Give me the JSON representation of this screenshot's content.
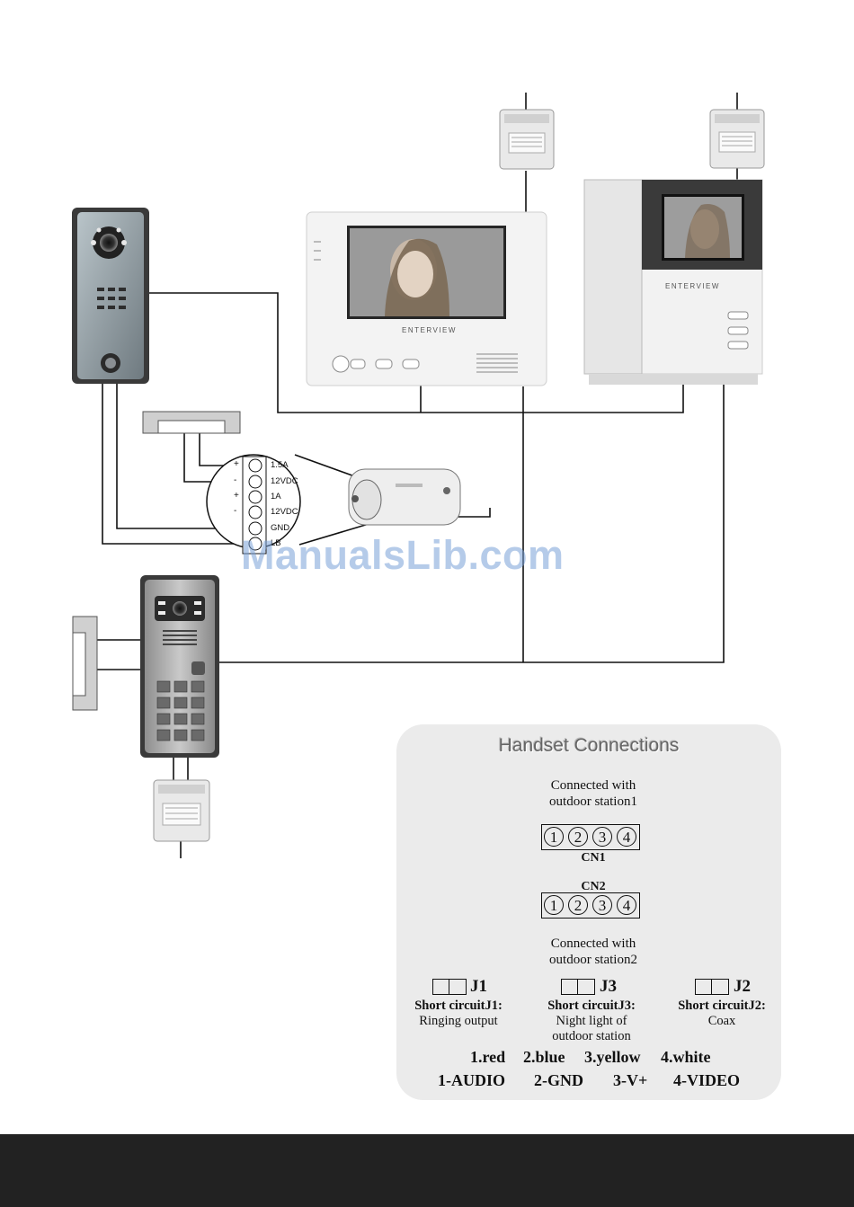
{
  "devices": {
    "monitor_brand": "ENTERVIEW"
  },
  "terminals": [
    {
      "sign": "+",
      "label": "1.5A"
    },
    {
      "sign": "-",
      "label": "12VDC"
    },
    {
      "sign": "+",
      "label": "1A"
    },
    {
      "sign": "-",
      "label": "12VDC"
    },
    {
      "sign": "",
      "label": "GND"
    },
    {
      "sign": "",
      "label": "LB"
    }
  ],
  "watermark": "ManualsLib.com",
  "handset": {
    "title": "Handset Connections",
    "cn1": {
      "caption_line1": "Connected with",
      "caption_line2": "outdoor station1",
      "label": "CN1",
      "pins": [
        "1",
        "2",
        "3",
        "4"
      ]
    },
    "cn2": {
      "label": "CN2",
      "pins": [
        "1",
        "2",
        "3",
        "4"
      ],
      "caption_line1": "Connected with",
      "caption_line2": "outdoor station2"
    },
    "jumpers": [
      {
        "name": "J1",
        "title": "Short circuitJ1:",
        "line1": "Ringing output",
        "line2": ""
      },
      {
        "name": "J3",
        "title": "Short circuitJ3:",
        "line1": "Night light of",
        "line2": "outdoor station"
      },
      {
        "name": "J2",
        "title": "Short circuitJ2:",
        "line1": "Coax",
        "line2": ""
      }
    ],
    "colors": [
      "1.red",
      "2.blue",
      "3.yellow",
      "4.white"
    ],
    "signals": [
      "1-AUDIO",
      "2-GND",
      "3-V+",
      "4-VIDEO"
    ]
  }
}
